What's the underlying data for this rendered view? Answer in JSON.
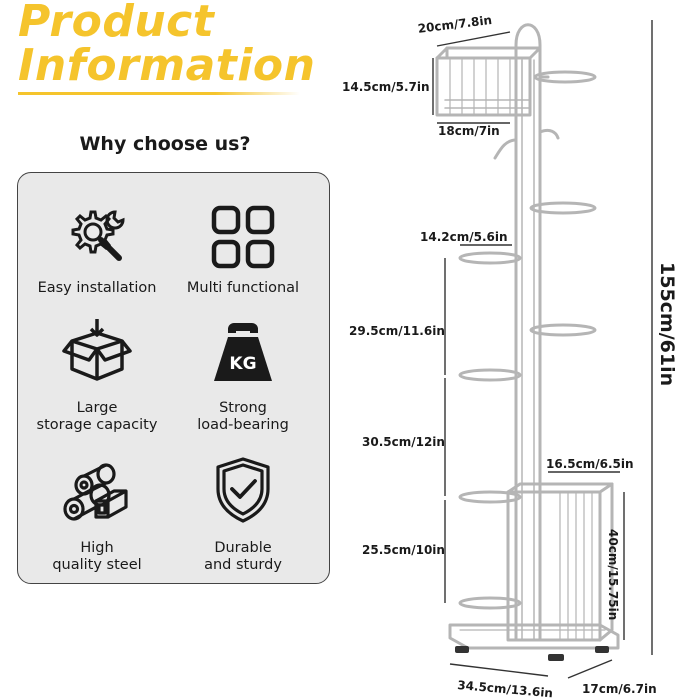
{
  "header": {
    "title_line1": "Product",
    "title_line2": "Information",
    "subtitle": "Why choose us?"
  },
  "features": [
    {
      "label_line1": "Easy installation",
      "label_line2": "",
      "icon": "gear-wrench-icon"
    },
    {
      "label_line1": "Multi functional",
      "label_line2": "",
      "icon": "grid-icon"
    },
    {
      "label_line1": "Large",
      "label_line2": "storage capacity",
      "icon": "box-icon"
    },
    {
      "label_line1": "Strong",
      "label_line2": "load-bearing",
      "icon": "kettlebell-icon",
      "icon_text": "KG"
    },
    {
      "label_line1": "High",
      "label_line2": "quality steel",
      "icon": "steel-rolls-icon"
    },
    {
      "label_line1": "Durable",
      "label_line2": "and sturdy",
      "icon": "shield-check-icon"
    }
  ],
  "dimensions": {
    "basket_width": "20cm/7.8in",
    "basket_height": "14.5cm/5.7in",
    "basket_depth": "18cm/7in",
    "ring_diameter": "14.2cm/5.6in",
    "ring_gap_1": "29.5cm/11.6in",
    "ring_gap_2": "30.5cm/12in",
    "ring_gap_3": "25.5cm/10in",
    "bin_width": "16.5cm/6.5in",
    "bin_height": "40cm/15.75in",
    "total_height": "155cm/61in",
    "base_length": "34.5cm/13.6in",
    "base_depth": "17cm/6.7in"
  },
  "colors": {
    "accent": "#f5c42c",
    "panel": "#e9e9e9",
    "text": "#1a1a1a",
    "rack": "#bdbdbd"
  }
}
